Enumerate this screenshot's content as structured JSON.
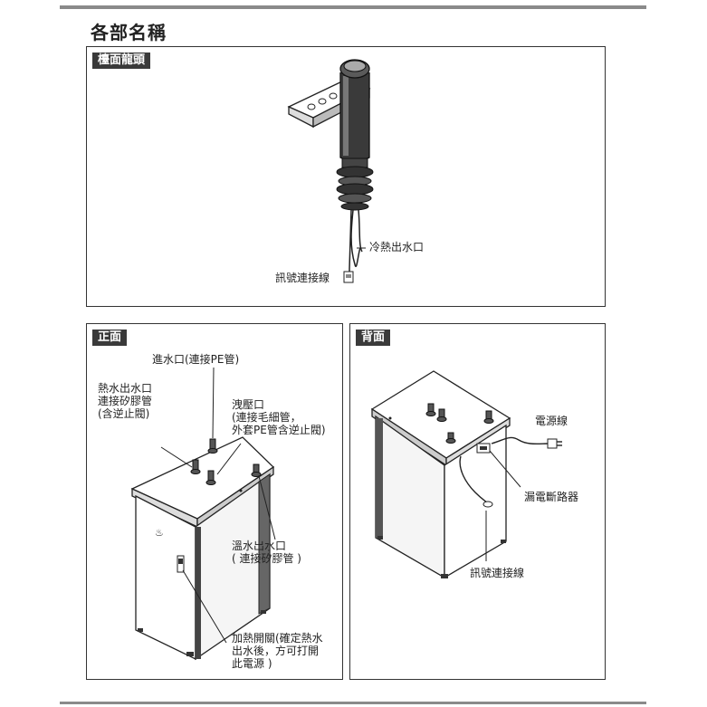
{
  "page": {
    "title": "各部名稱"
  },
  "faucet_panel": {
    "tag": "檯面龍頭",
    "labels": {
      "outlet": "冷熱出水口",
      "signal_cable": "訊號連接線"
    }
  },
  "front_panel": {
    "tag": "正面",
    "labels": {
      "inlet": "進水口(連接PE管)",
      "hot_outlet": "熱水出水口\n連接矽膠管\n(含逆止閥)",
      "relief": "洩壓口\n(連接毛細管，\n外套PE管含逆止閥)",
      "warm_outlet": "溫水出水口\n( 連接矽膠管 )",
      "heat_switch": "加熱開關(確定熱水\n出水後，方可打開\n此電源 )"
    }
  },
  "back_panel": {
    "tag": "背面",
    "labels": {
      "power_cord": "電源線",
      "breaker": "漏電斷路器",
      "signal_cable": "訊號連接線"
    }
  },
  "colors": {
    "tag_bg": "#3a3a3a",
    "rule": "#8a8a8a",
    "line": "#222222"
  }
}
